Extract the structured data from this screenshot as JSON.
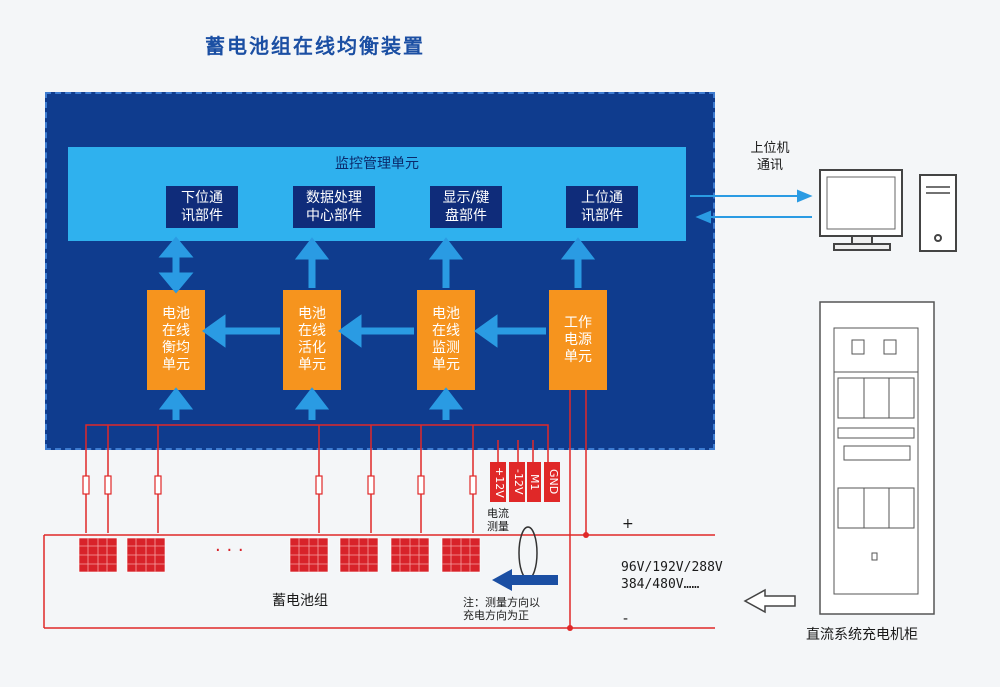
{
  "title": "蓄电池组在线均衡装置",
  "monitor_unit": {
    "title": "监控管理单元",
    "parts": [
      "下位通\n讯部件",
      "数据处理\n中心部件",
      "显示/键\n盘部件",
      "上位通\n讯部件"
    ]
  },
  "units": [
    "电池\n在线\n衡均\n单元",
    "电池\n在线\n活化\n单元",
    "电池\n在线\n监测\n单元",
    "工作\n电源\n单元"
  ],
  "host_comm_label": "上位机\n通讯",
  "signals": [
    "+12V",
    "-12V",
    "M1",
    "GND"
  ],
  "current_measure_label": "电流\n测量",
  "ellipsis": "· · ·",
  "battery_group_label": "蓄电池组",
  "note": "注：测量方向以\n充电方向为正",
  "voltage_line1": "96V/192V/288V",
  "voltage_line2": "384/480V……",
  "plus_sign": "+",
  "minus_sign": "-",
  "cabinet_label": "直流系统充电机柜",
  "colors": {
    "main_bg": "#0f3c8e",
    "monitor_bg": "#2fb1ee",
    "unit_bg": "#f6941e",
    "arrow": "#2a9be3",
    "wire": "#e02828",
    "title": "#1b4fa3"
  }
}
